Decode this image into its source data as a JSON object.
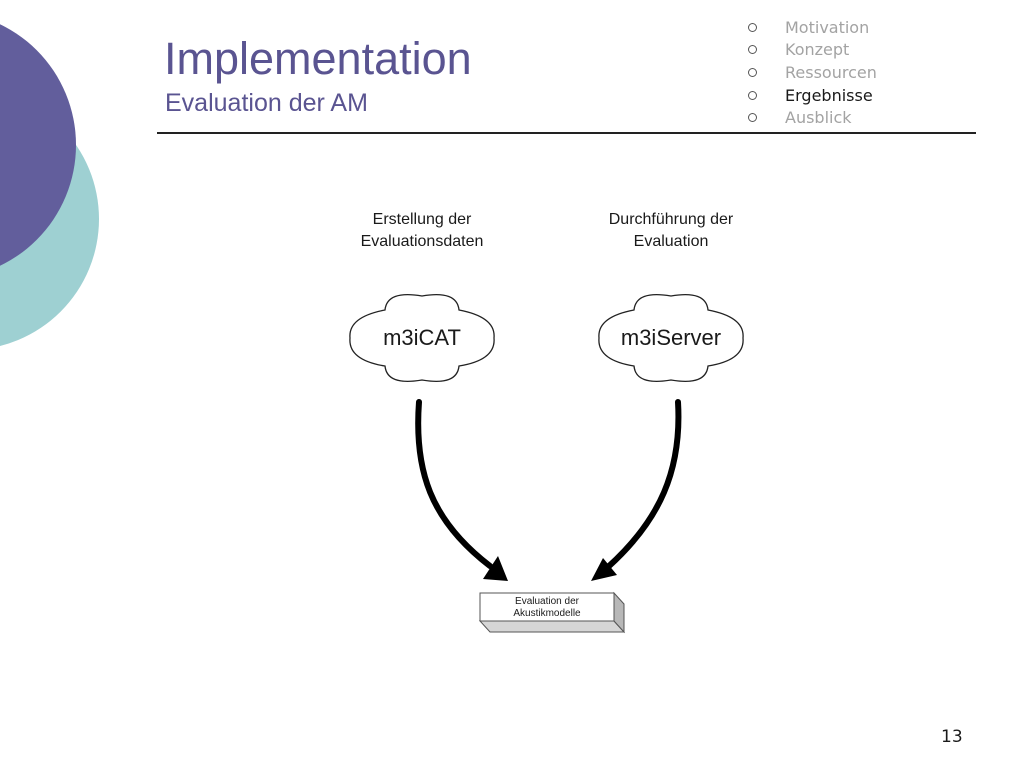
{
  "header": {
    "title": "Implementation",
    "subtitle": "Evaluation der AM"
  },
  "nav": {
    "items": [
      {
        "label": "Motivation",
        "active": false
      },
      {
        "label": "Konzept",
        "active": false
      },
      {
        "label": "Ressourcen",
        "active": false
      },
      {
        "label": "Ergebnisse",
        "active": true
      },
      {
        "label": "Ausblick",
        "active": false
      }
    ]
  },
  "diagram": {
    "left_label_line1": "Erstellung der",
    "left_label_line2": "Evaluationsdaten",
    "right_label_line1": "Durchführung der",
    "right_label_line2": "Evaluation",
    "left_cloud": "m3iCAT",
    "right_cloud": "m3iServer",
    "target_line1": "Evaluation der",
    "target_line2": "Akustikmodelle"
  },
  "footer": {
    "page_number": "13"
  },
  "colors": {
    "title": "#5a5491",
    "deco_purple": "#625e9c",
    "deco_teal": "#9ed0d2"
  }
}
